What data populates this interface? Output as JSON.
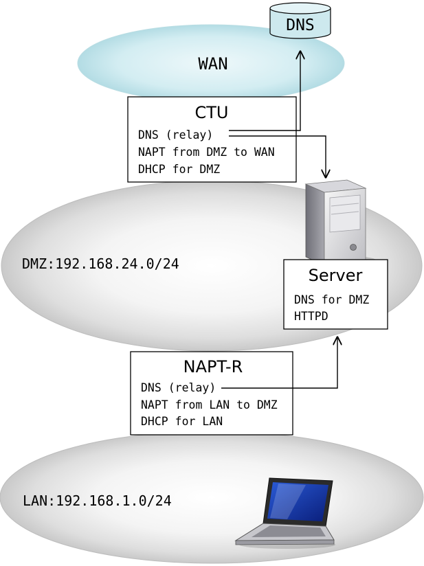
{
  "zones": {
    "wan": {
      "label": "WAN",
      "color": "#c9e8ee"
    },
    "dmz": {
      "label": "DMZ:192.168.24.0/24"
    },
    "lan": {
      "label": "LAN:192.168.1.0/24"
    }
  },
  "dns_server": {
    "label": "DNS",
    "color": "#cde9ee"
  },
  "ctu": {
    "title": "CTU",
    "lines": [
      "DNS (relay)",
      "NAPT from DMZ to WAN",
      "DHCP for DMZ"
    ]
  },
  "server": {
    "title": "Server",
    "lines": [
      "DNS for DMZ",
      "HTTPD"
    ],
    "icon": "server-tower-icon"
  },
  "napt_r": {
    "title": "NAPT-R",
    "lines": [
      "DNS (relay)",
      "NAPT from LAN to DMZ",
      "DHCP for LAN"
    ]
  },
  "lan_client": {
    "icon": "laptop-icon"
  }
}
